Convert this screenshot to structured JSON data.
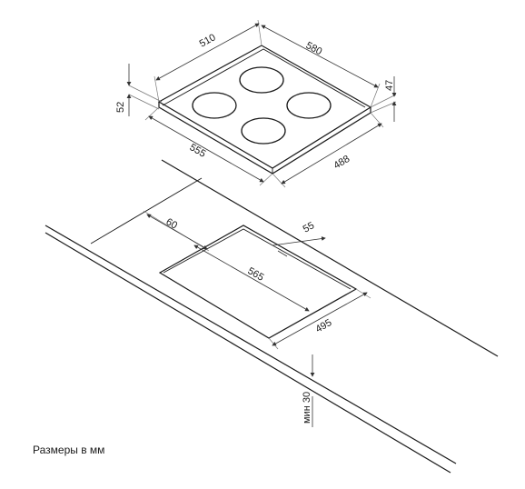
{
  "dimensions": {
    "hob_depth": "510",
    "hob_width": "580",
    "hob_height_left": "52",
    "hob_height_right": "47",
    "hob_front_width": "555",
    "hob_side_depth": "488",
    "cutout_offset": "60",
    "cutout_edge": "55",
    "cutout_width": "565",
    "cutout_depth": "495",
    "worktop_thickness": "мин 30"
  },
  "caption": "Размеры в мм",
  "colors": {
    "line": "#1a1a1a",
    "background": "#ffffff"
  }
}
